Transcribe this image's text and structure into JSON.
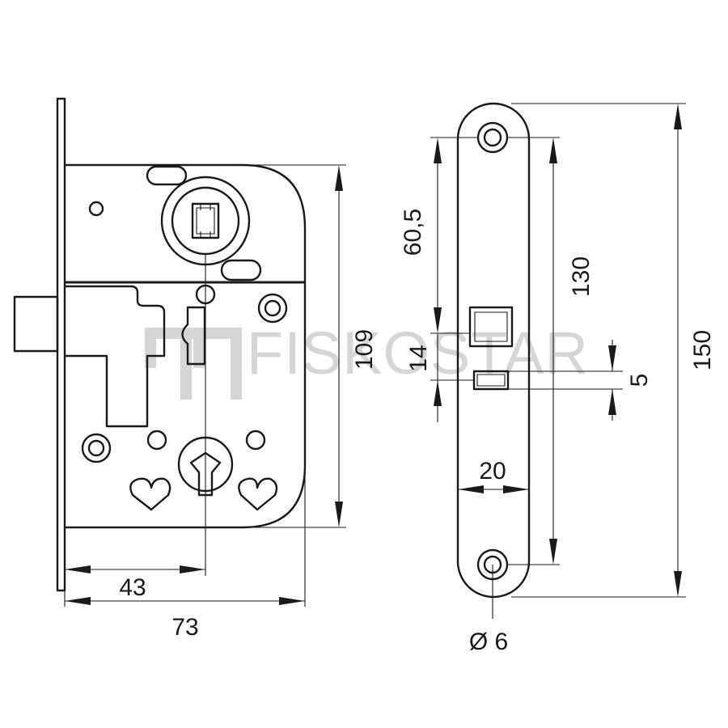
{
  "watermark": {
    "brand": "FISKOSTAR"
  },
  "dimensions": {
    "lock_depth": "73",
    "backset": "43",
    "case_height": "109",
    "faceplate_width": "20",
    "faceplate_length": "150",
    "screw_spacing": "130",
    "top_to_latch": "60,5",
    "latch_to_bolt": "14",
    "bolt_height": "5",
    "screw_hole": "Ø 6"
  }
}
